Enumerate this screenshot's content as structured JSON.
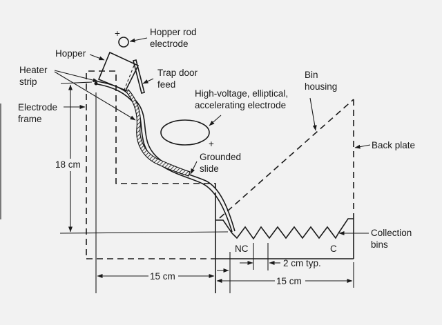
{
  "diagram": {
    "title": "Electrostatic separator schematic",
    "labels": {
      "hopper_rod_electrode_line1": "Hopper rod",
      "hopper_rod_electrode_line2": "electrode",
      "hopper": "Hopper",
      "heater_strip_line1": "Heater",
      "heater_strip_line2": "strip",
      "trap_door_line1": "Trap door",
      "trap_door_line2": "feed",
      "electrode_frame_line1": "Electrode",
      "electrode_frame_line2": "frame",
      "hv_electrode_line1": "High-voltage, elliptical,",
      "hv_electrode_line2": "accelerating electrode",
      "bin_housing_line1": "Bin",
      "bin_housing_line2": "housing",
      "back_plate": "Back plate",
      "grounded_slide_line1": "Grounded",
      "grounded_slide_line2": "slide",
      "collection_bins_line1": "Collection",
      "collection_bins_line2": "bins",
      "nc": "NC",
      "c": "C",
      "plus_rod": "+",
      "plus_ellipse": "+"
    },
    "dimensions": {
      "height": "18 cm",
      "width_left": "15 cm",
      "width_right": "15 cm",
      "bin_spacing": "2 cm typ."
    },
    "colors": {
      "ink": "#1a1a1a",
      "paper": "#f2f2f2"
    }
  }
}
